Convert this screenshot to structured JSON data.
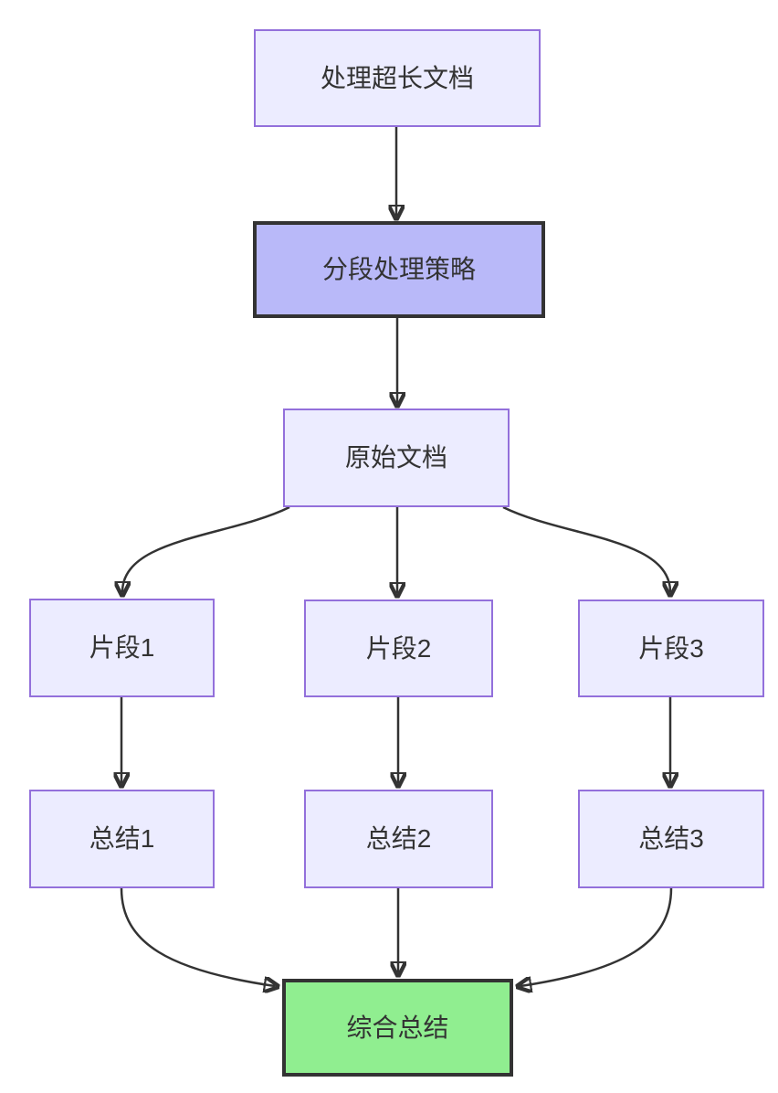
{
  "diagram": {
    "type": "flowchart",
    "direction": "top-down",
    "nodes": [
      {
        "id": "A",
        "label": "处理超长文档",
        "style": "default"
      },
      {
        "id": "B",
        "label": "分段处理策略",
        "style": "emphasis"
      },
      {
        "id": "C",
        "label": "原始文档",
        "style": "default"
      },
      {
        "id": "D1",
        "label": "片段1",
        "style": "default"
      },
      {
        "id": "D2",
        "label": "片段2",
        "style": "default"
      },
      {
        "id": "D3",
        "label": "片段3",
        "style": "default"
      },
      {
        "id": "E1",
        "label": "总结1",
        "style": "default"
      },
      {
        "id": "E2",
        "label": "总结2",
        "style": "default"
      },
      {
        "id": "E3",
        "label": "总结3",
        "style": "default"
      },
      {
        "id": "F",
        "label": "综合总结",
        "style": "success"
      }
    ],
    "edges": [
      {
        "from": "A",
        "to": "B"
      },
      {
        "from": "B",
        "to": "C"
      },
      {
        "from": "C",
        "to": "D1"
      },
      {
        "from": "C",
        "to": "D2"
      },
      {
        "from": "C",
        "to": "D3"
      },
      {
        "from": "D1",
        "to": "E1"
      },
      {
        "from": "D2",
        "to": "E2"
      },
      {
        "from": "D3",
        "to": "E3"
      },
      {
        "from": "E1",
        "to": "F"
      },
      {
        "from": "E2",
        "to": "F"
      },
      {
        "from": "E3",
        "to": "F"
      }
    ],
    "colors": {
      "node_fill": "#ECECFF",
      "node_border": "#9370DB",
      "emphasis_fill": "#B9B9F9",
      "emphasis_border": "#333333",
      "success_fill": "#90EE90",
      "success_border": "#333333",
      "edge": "#333333",
      "text": "#333333",
      "background": "#ffffff"
    }
  }
}
